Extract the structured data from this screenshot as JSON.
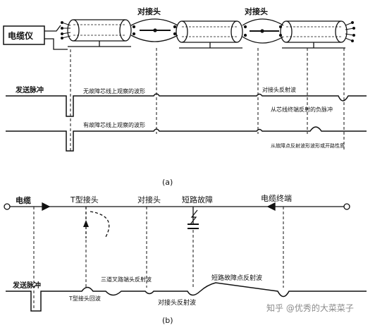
{
  "part_a": {
    "instrument": "电缆仪",
    "joint_1": "对接头",
    "joint_2": "对接头",
    "pulse_label": "发送脉冲",
    "trace1_note": "无故障芯线上观察的波形",
    "joint_reflect_1": "对接头反射波",
    "end_reflect": "从芯线终端反射的负脉冲",
    "trace2_note": "有故障芯线上观察的波形",
    "fault_reflect": "从故障点反射波形波形或开路性质",
    "caption": "(a)"
  },
  "part_b": {
    "cable_label": "电缆",
    "t_joint": "T型接头",
    "joint": "对接头",
    "short_fault": "短路故障",
    "cable_end": "电缆终端",
    "pulse_label": "发送脉冲",
    "t_reflect": "T型接头回波",
    "three_way": "三道叉路端头反射波",
    "joint_reflect": "对接头反射波",
    "short_reflect": "短路故障点反射波",
    "caption": "(b)"
  },
  "watermark": "知乎 @优秀的大菜菜子"
}
